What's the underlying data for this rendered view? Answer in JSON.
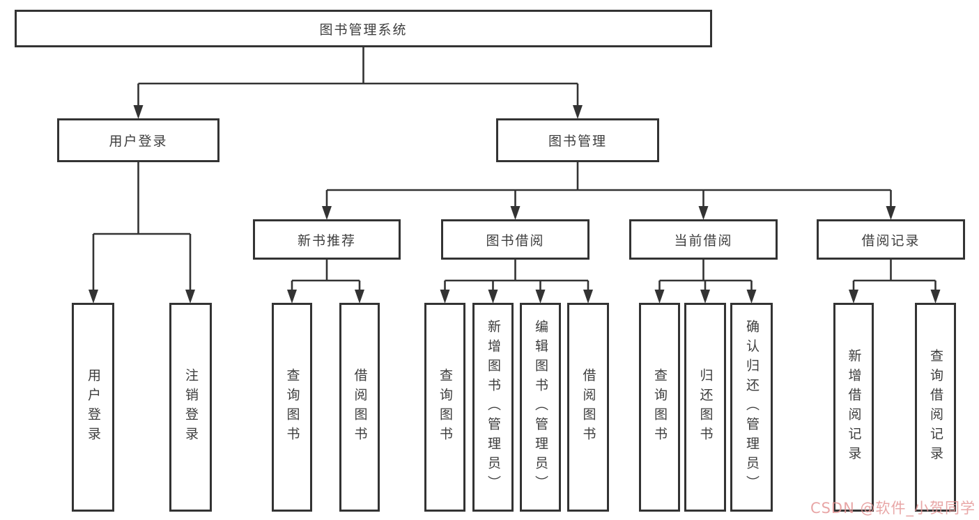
{
  "tree": {
    "root": {
      "label": "图书管理系统"
    },
    "branches": [
      {
        "label": "用户登录",
        "children": [
          {
            "label": "用户登录"
          },
          {
            "label": "注销登录"
          }
        ]
      },
      {
        "label": "图书管理",
        "children": [
          {
            "label": "新书推荐",
            "children": [
              {
                "label": "查询图书"
              },
              {
                "label": "借阅图书"
              }
            ]
          },
          {
            "label": "图书借阅",
            "children": [
              {
                "label": "查询图书"
              },
              {
                "label": "新增图书（管理员）"
              },
              {
                "label": "编辑图书（管理员）"
              },
              {
                "label": "借阅图书"
              }
            ]
          },
          {
            "label": "当前借阅",
            "children": [
              {
                "label": "查询图书"
              },
              {
                "label": "归还图书"
              },
              {
                "label": "确认归还（管理员）"
              }
            ]
          },
          {
            "label": "借阅记录",
            "children": [
              {
                "label": "新增借阅记录"
              },
              {
                "label": "查询借阅记录"
              }
            ]
          }
        ]
      }
    ]
  },
  "watermark": {
    "text": "CSDN @软件_小贺同学",
    "color": "#E49696"
  },
  "colors": {
    "line": "#333333",
    "box_border": "#333333",
    "box_fill": "#FFFFFF",
    "text": "#3D3D3D",
    "background": "#FFFFFF"
  }
}
